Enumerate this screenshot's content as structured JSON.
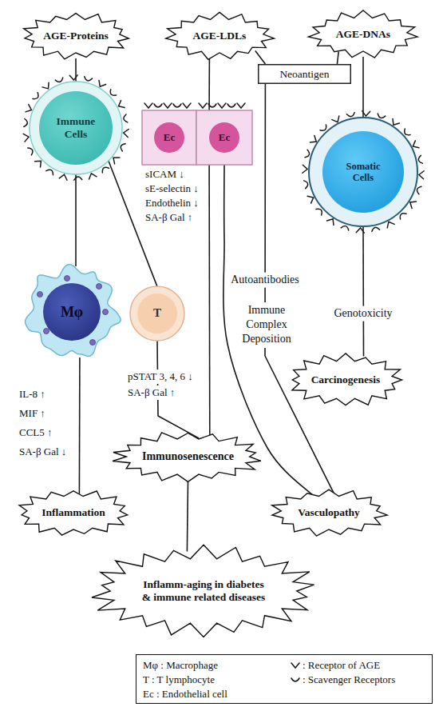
{
  "diagram": {
    "nodes": [
      {
        "text": [
          "AGE-Proteins"
        ]
      },
      {
        "text": [
          "AGE-LDLs"
        ]
      },
      {
        "text": [
          "AGE-DNAs"
        ]
      },
      {
        "text": [
          "Neoantigen"
        ]
      },
      {
        "text": [
          "Immune Cells"
        ]
      },
      {
        "text": [
          "Ec"
        ]
      },
      {
        "text": [
          "Ec"
        ]
      },
      {
        "text": [
          "Somatic Cells"
        ]
      },
      {
        "text": [
          "Mφ"
        ]
      },
      {
        "text": [
          "T"
        ]
      },
      {
        "text": [
          "Carcinogenesis"
        ]
      },
      {
        "text": [
          "Immunosenescence"
        ]
      },
      {
        "text": [
          "Inflammation"
        ]
      },
      {
        "text": [
          "Vasculopathy"
        ]
      },
      {
        "text": [
          "Inflamm-aging in diabetes & immune related diseases"
        ]
      }
    ],
    "edges": [
      {
        "from": 0,
        "to": 4,
        "arrow": "none"
      },
      {
        "from": 1,
        "to": 6,
        "arrow": "none"
      },
      {
        "from": 1,
        "to": 3,
        "arrow": "none"
      },
      {
        "from": 2,
        "to": 3,
        "arrow": "none"
      },
      {
        "from": 2,
        "to": 7,
        "arrow": "none"
      },
      {
        "from": 4,
        "to": 8,
        "arrow": "none"
      },
      {
        "from": 4,
        "to": 9,
        "arrow": "none"
      },
      {
        "from": 8,
        "to": 12,
        "arrow": "none"
      },
      {
        "from": 9,
        "to": 11,
        "arrow": "none"
      },
      {
        "from": 6,
        "to": 11,
        "arrow": "none"
      },
      {
        "from": 6,
        "to": 13,
        "arrow": "none"
      },
      {
        "from": 3,
        "to": 13,
        "label": "Autoantibodies",
        "arrow": "none"
      },
      {
        "from": 7,
        "to": 10,
        "label": "Genotoxicity",
        "arrow": "none"
      },
      {
        "from": 11,
        "to": 14,
        "arrow": "none"
      }
    ],
    "labels": [
      "sICAM ↓",
      "sE-selectin ↓",
      "Endothelin ↓",
      "SA-β Gal ↑",
      "IL-8 ↑",
      "MIF ↑",
      "CCL5 ↑",
      "SA-β Gal ↓",
      "pSTAT 3, 4, 6 ↓",
      "SA-β Gal ↑",
      "Immune Complex Deposition"
    ],
    "legend": [
      {
        "text": "Mφ : Macrophage"
      },
      {
        "text": "T : T lymphocyte"
      },
      {
        "text": "Ec : Endothelial cell"
      },
      {
        "text": ": Receptor of AGE"
      },
      {
        "text": ": Scavenger Receptors"
      }
    ]
  }
}
